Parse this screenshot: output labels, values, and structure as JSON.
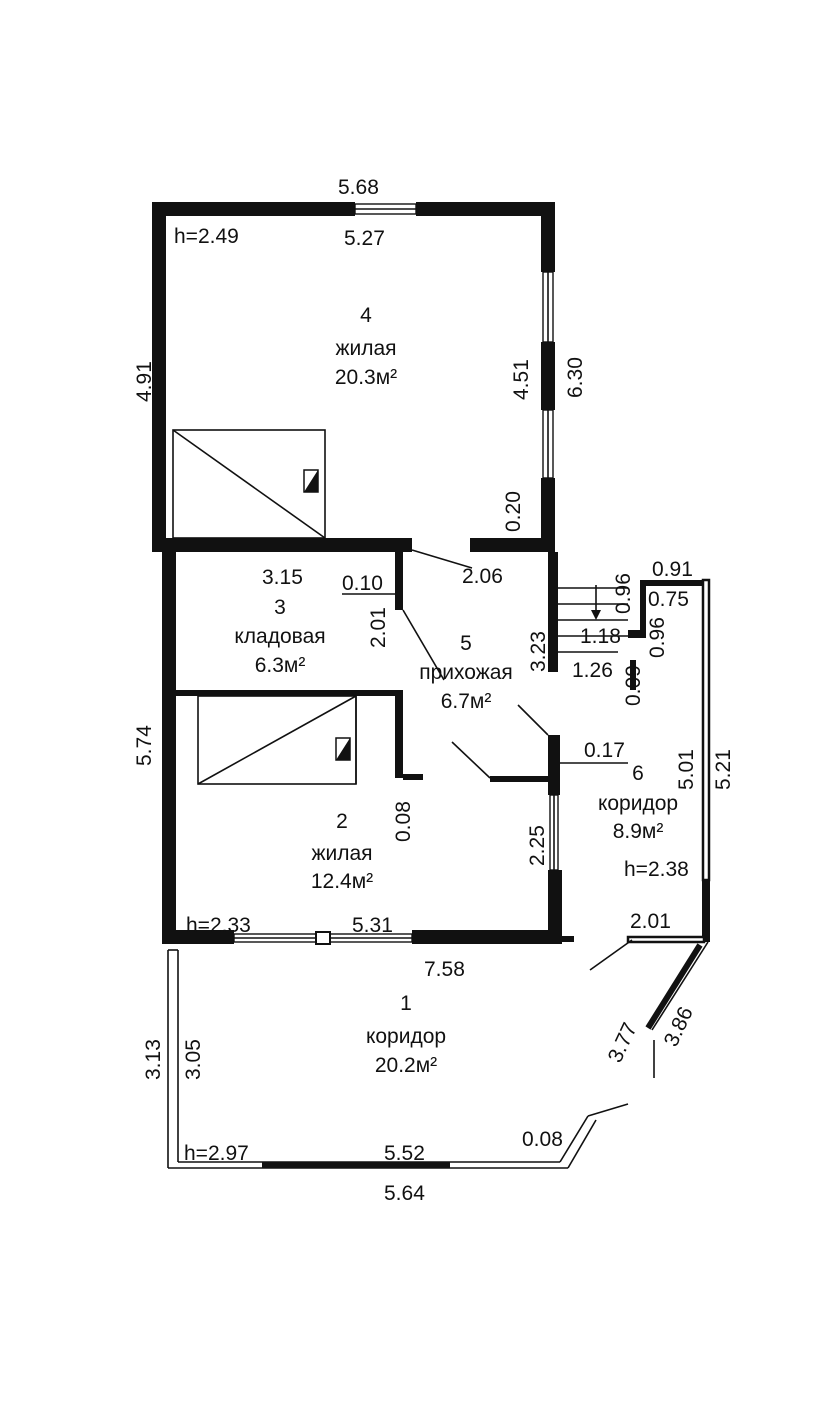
{
  "rooms": {
    "r4": {
      "num": "4",
      "name": "жилая",
      "area": "20.3м²"
    },
    "r3": {
      "num": "3",
      "name": "кладовая",
      "area": "6.3м²"
    },
    "r5": {
      "num": "5",
      "name": "прихожая",
      "area": "6.7м²"
    },
    "r2": {
      "num": "2",
      "name": "жилая",
      "area": "12.4м²"
    },
    "r6": {
      "num": "6",
      "name": "коридор",
      "area": "8.9м²"
    },
    "r1": {
      "num": "1",
      "name": "коридор",
      "area": "20.2м²"
    }
  },
  "heights": {
    "r4": "h=2.49",
    "r2": "h=2.33",
    "r6": "h=2.38",
    "r1": "h=2.97"
  },
  "dims": {
    "top_outer": "5.68",
    "top_inner": "5.27",
    "left_r4": "4.91",
    "right_r4_inner": "4.51",
    "right_r4_outer": "6.30",
    "r4_jamb": "0.20",
    "r4_wall_end": "2.06",
    "r3_width": "3.15",
    "r3_partition": "0.10",
    "r3_depth": "2.01",
    "r5_side": "3.23",
    "step_1": "1.18",
    "step_2": "1.26",
    "porch_top": "0.91",
    "porch_inner": "0.75",
    "porch_a": "0.96",
    "porch_b": "0.96",
    "porch_c": "0.09",
    "r6_wall": "0.17",
    "r6_inner": "5.01",
    "r6_outer": "5.21",
    "left_mid": "5.74",
    "r2_wall": "0.08",
    "r2_right": "2.25",
    "r2_bottom_inner": "5.31",
    "mid_outer": "7.58",
    "r1_diag_wall": "2.01",
    "r1_diag_inner": "3.77",
    "r1_diag_outer": "3.86",
    "r1_left_outer": "3.13",
    "r1_left_inner": "3.05",
    "r1_corner": "0.08",
    "r1_bottom_inner": "5.52",
    "r1_bottom_outer": "5.64"
  }
}
